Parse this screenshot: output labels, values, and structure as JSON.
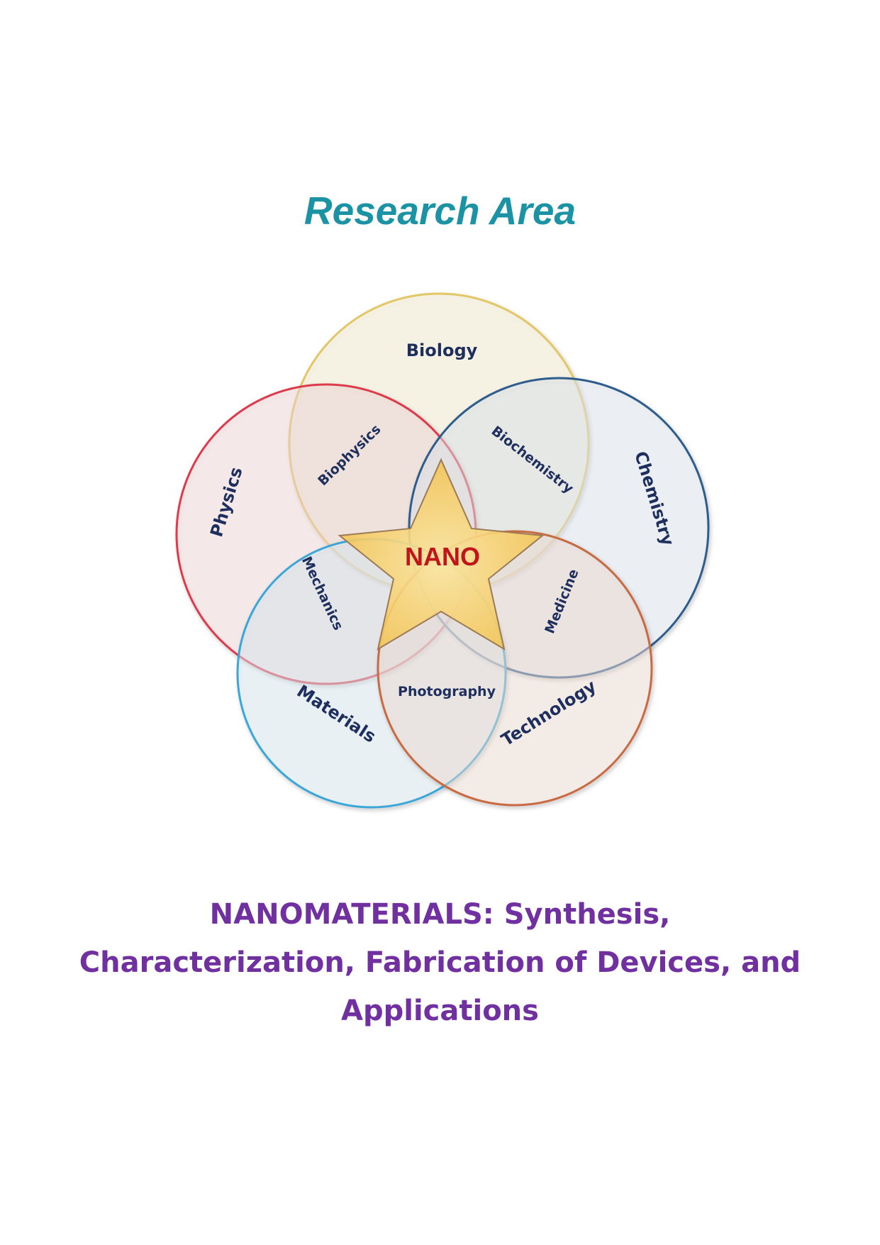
{
  "heading": "Research Area",
  "diagram": {
    "circles": [
      {
        "label": "Biology",
        "fill": "#fbf4d6",
        "stroke": "#e2c766"
      },
      {
        "label": "Physics",
        "fill": "#f9dede",
        "stroke": "#dd3b4c"
      },
      {
        "label": "Chemistry",
        "fill": "#e5ebf3",
        "stroke": "#2f5d8d"
      },
      {
        "label": "Materials",
        "fill": "#dff0f8",
        "stroke": "#3aa6d7"
      },
      {
        "label": "Technology",
        "fill": "#f6e4dc",
        "stroke": "#c86a43"
      }
    ],
    "overlaps": [
      "Biophysics",
      "Biochemistry",
      "Mechanics",
      "Medicine",
      "Photography"
    ],
    "center": "NANO"
  },
  "caption": {
    "line1": "NANOMATERIALS: Synthesis,",
    "line2": "Characterization, Fabrication of Devices, and",
    "line3": "Applications"
  },
  "colors": {
    "heading": "#1b93a5",
    "caption": "#7030a0",
    "diagram_label": "#1e2f5e",
    "center_label": "#c0151b",
    "star_fill": "#f7d26b",
    "star_stroke": "#9b7a55"
  }
}
